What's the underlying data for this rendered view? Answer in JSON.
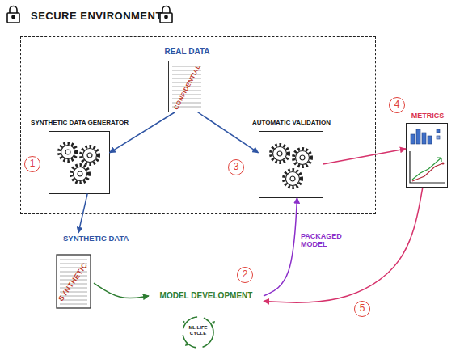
{
  "diagram": {
    "nodes": [
      {
        "text": [
          "SECURE ENVIRONMENT"
        ]
      },
      {
        "text": [
          "REAL DATA",
          "CONFIDENTIAL"
        ],
        "in": 0
      },
      {
        "text": [
          "SYNTHETIC DATA GENERATOR"
        ],
        "in": 0
      },
      {
        "text": [
          "AUTOMATIC VALIDATION"
        ],
        "in": 0
      },
      {
        "text": [
          "METRICS"
        ]
      },
      {
        "text": [
          "SYNTHETIC DATA",
          "SYNTHETIC"
        ]
      },
      {
        "text": [
          "MODEL DEVELOPMENT"
        ]
      },
      {
        "text": [
          "ML LIFE CYCLE"
        ]
      }
    ],
    "edges": [
      {
        "from": 1,
        "to": 2,
        "arrow": "to"
      },
      {
        "from": 1,
        "to": 3,
        "arrow": "to"
      },
      {
        "from": 2,
        "to": 5,
        "arrow": "to"
      },
      {
        "from": 5,
        "to": 6,
        "arrow": "to"
      },
      {
        "from": 6,
        "to": 3,
        "label": "PACKAGED MODEL",
        "arrow": "to"
      },
      {
        "from": 3,
        "to": 4,
        "arrow": "to"
      },
      {
        "from": 4,
        "to": 6,
        "arrow": "to"
      }
    ],
    "labels": [
      "1",
      "2",
      "3",
      "4",
      "5"
    ]
  }
}
